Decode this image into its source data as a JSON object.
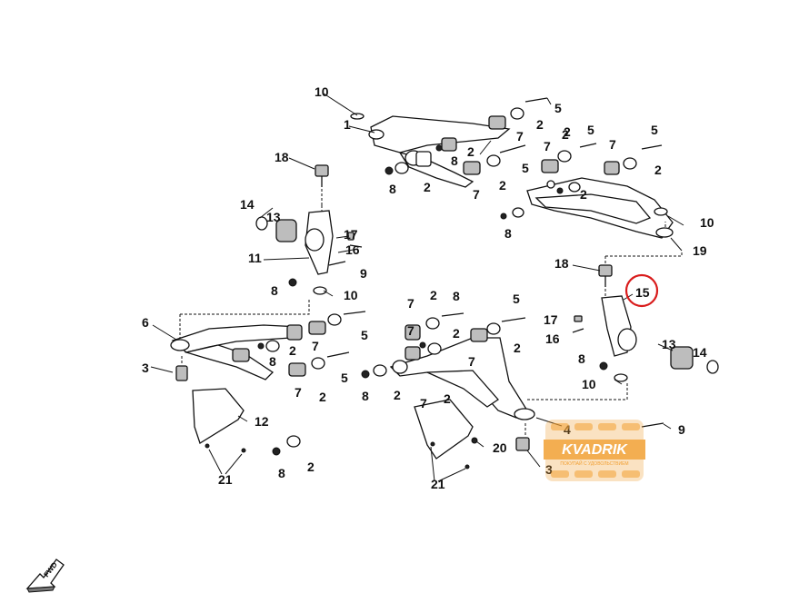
{
  "diagram": {
    "callouts": [
      {
        "id": "c10a",
        "text": "10"
      },
      {
        "id": "c1",
        "text": "1"
      },
      {
        "id": "c5a",
        "text": "5"
      },
      {
        "id": "c2a",
        "text": "2"
      },
      {
        "id": "c2b",
        "text": "2"
      },
      {
        "id": "c7a",
        "text": "7"
      },
      {
        "id": "c5b",
        "text": "5"
      },
      {
        "id": "c5c",
        "text": "5"
      },
      {
        "id": "c18a",
        "text": "18"
      },
      {
        "id": "c2c",
        "text": "2"
      },
      {
        "id": "c8a",
        "text": "8"
      },
      {
        "id": "c2d",
        "text": "2"
      },
      {
        "id": "c7b",
        "text": "7"
      },
      {
        "id": "c2e",
        "text": "2"
      },
      {
        "id": "c5d",
        "text": "5"
      },
      {
        "id": "c7c",
        "text": "7"
      },
      {
        "id": "c2f",
        "text": "2"
      },
      {
        "id": "c7d",
        "text": "7"
      },
      {
        "id": "c2g",
        "text": "2"
      },
      {
        "id": "c8b",
        "text": "8"
      },
      {
        "id": "c2h",
        "text": "2"
      },
      {
        "id": "c10b",
        "text": "10"
      },
      {
        "id": "c8c",
        "text": "8"
      },
      {
        "id": "c19",
        "text": "19"
      },
      {
        "id": "c14a",
        "text": "14"
      },
      {
        "id": "c13a",
        "text": "13"
      },
      {
        "id": "c17a",
        "text": "17"
      },
      {
        "id": "c16a",
        "text": "16"
      },
      {
        "id": "c11",
        "text": "11"
      },
      {
        "id": "c9a",
        "text": "9"
      },
      {
        "id": "c8d",
        "text": "8"
      },
      {
        "id": "c10c",
        "text": "10"
      },
      {
        "id": "c18b",
        "text": "18"
      },
      {
        "id": "c15",
        "text": "15"
      },
      {
        "id": "c6",
        "text": "6"
      },
      {
        "id": "c7e",
        "text": "7"
      },
      {
        "id": "c2i",
        "text": "2"
      },
      {
        "id": "c8e",
        "text": "8"
      },
      {
        "id": "c5e",
        "text": "5"
      },
      {
        "id": "c5f",
        "text": "5"
      },
      {
        "id": "c7f",
        "text": "7"
      },
      {
        "id": "c2j",
        "text": "2"
      },
      {
        "id": "c8f",
        "text": "8"
      },
      {
        "id": "c7g",
        "text": "7"
      },
      {
        "id": "c2k",
        "text": "2"
      },
      {
        "id": "c7h",
        "text": "7"
      },
      {
        "id": "c2l",
        "text": "2"
      },
      {
        "id": "c5g",
        "text": "5"
      },
      {
        "id": "c7i",
        "text": "7"
      },
      {
        "id": "c2m",
        "text": "2"
      },
      {
        "id": "c17b",
        "text": "17"
      },
      {
        "id": "c16b",
        "text": "16"
      },
      {
        "id": "c13b",
        "text": "13"
      },
      {
        "id": "c14b",
        "text": "14"
      },
      {
        "id": "c8g",
        "text": "8"
      },
      {
        "id": "c10d",
        "text": "10"
      },
      {
        "id": "c3a",
        "text": "3"
      },
      {
        "id": "c8h",
        "text": "8"
      },
      {
        "id": "c2n",
        "text": "2"
      },
      {
        "id": "c7j",
        "text": "7"
      },
      {
        "id": "c2o",
        "text": "2"
      },
      {
        "id": "c12",
        "text": "12"
      },
      {
        "id": "c4",
        "text": "4"
      },
      {
        "id": "c9b",
        "text": "9"
      },
      {
        "id": "c20",
        "text": "20"
      },
      {
        "id": "c3b",
        "text": "3"
      },
      {
        "id": "c21a",
        "text": "21"
      },
      {
        "id": "c8i",
        "text": "8"
      },
      {
        "id": "c2p",
        "text": "2"
      },
      {
        "id": "c21b",
        "text": "21"
      },
      {
        "id": "c8j",
        "text": "8"
      },
      {
        "id": "c2q",
        "text": "2"
      }
    ],
    "highlighted_callout": "15",
    "highlight_color": "#d91c1c"
  },
  "watermark": {
    "brand": "KVADRIK",
    "tagline": "ПОКУПАЙ С УДОВОЛЬСТВИЕМ",
    "color": "#f2a033"
  },
  "orientation_badge": {
    "text": "FWD",
    "icon": "front-direction-arrow-icon"
  }
}
